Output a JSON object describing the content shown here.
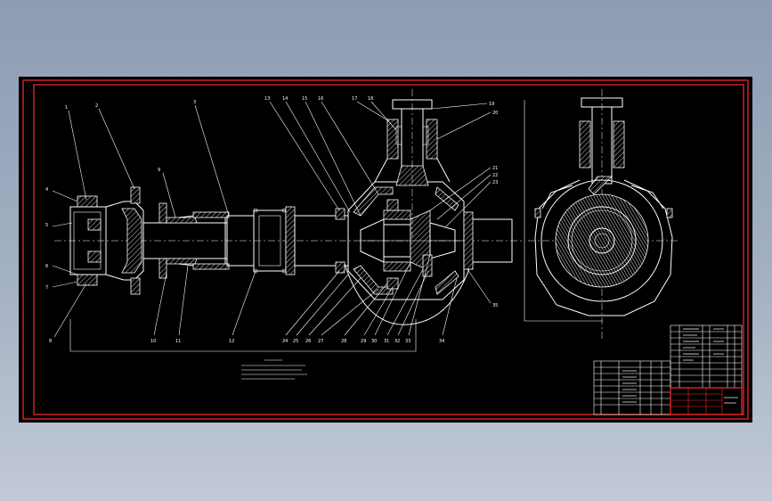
{
  "drawing": {
    "part_labels": [
      "1",
      "2",
      "3",
      "4",
      "5",
      "6",
      "7",
      "8",
      "9",
      "10",
      "11",
      "12",
      "13",
      "14",
      "15",
      "16",
      "17",
      "18",
      "19",
      "20",
      "21",
      "22",
      "23",
      "24",
      "25",
      "26",
      "27",
      "28",
      "29",
      "30",
      "31",
      "32",
      "33",
      "34",
      "35"
    ],
    "colors": {
      "background": "#000000",
      "lines": "#ffffff",
      "frame": "#ff2a2a"
    }
  }
}
